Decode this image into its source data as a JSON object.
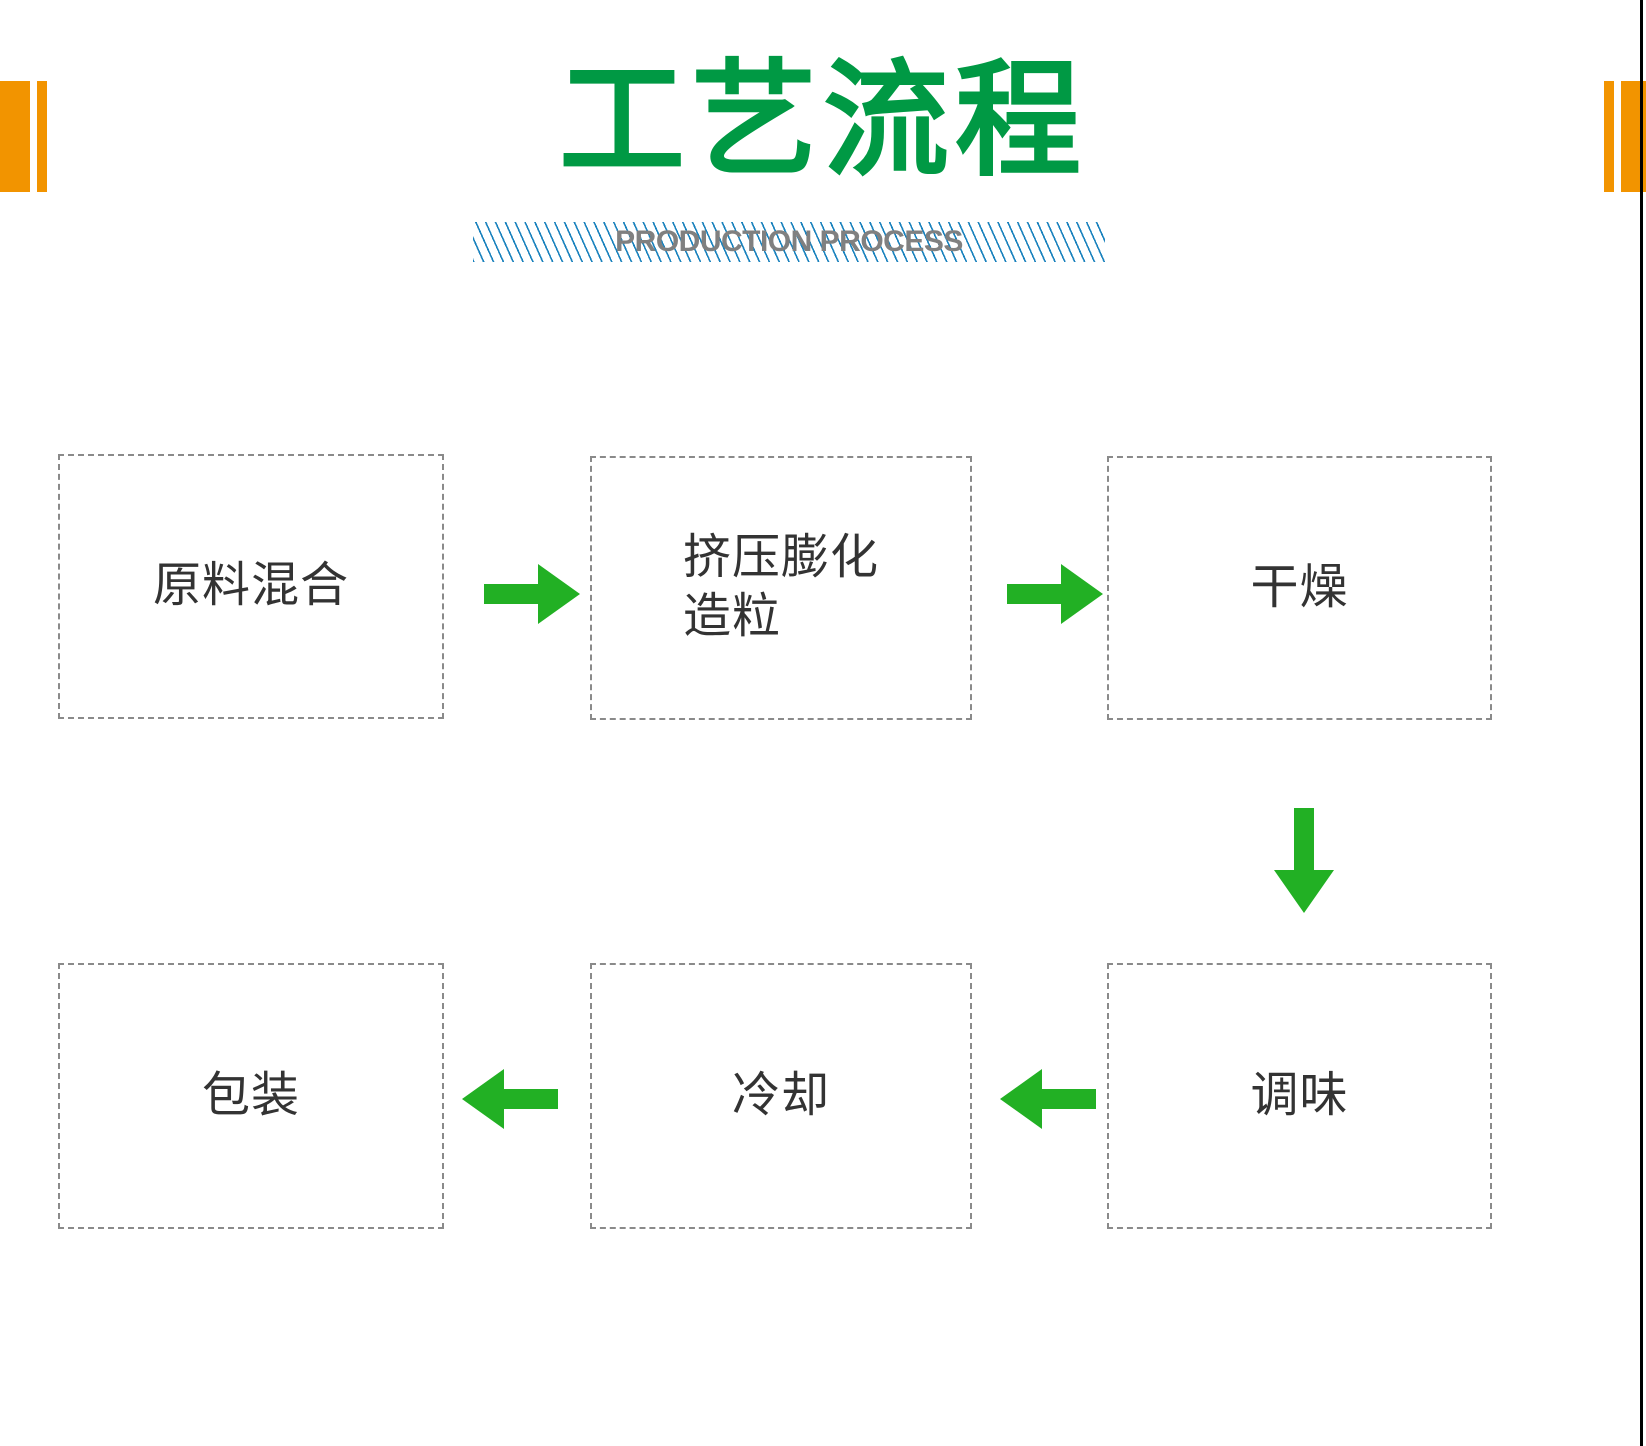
{
  "slide": {
    "title": "工艺流程",
    "subtitle": "PRODUCTION PROCESS",
    "title_color": "#009944",
    "subtitle_color": "#808080",
    "hatch_color": "#1a82bd",
    "accent_orange": "#f29400",
    "arrow_color": "#22b024",
    "box_border_color": "#8a8a8a",
    "box_text_color": "#333333",
    "background": "#ffffff"
  },
  "flow": {
    "boxes": [
      {
        "id": "mix",
        "label": "原料混合",
        "row": 1,
        "col": 1
      },
      {
        "id": "extrude",
        "label": "挤压膨化\n造粒",
        "row": 1,
        "col": 2
      },
      {
        "id": "dry",
        "label": "干燥",
        "row": 1,
        "col": 3
      },
      {
        "id": "flavor",
        "label": "调味",
        "row": 2,
        "col": 3
      },
      {
        "id": "cool",
        "label": "冷却",
        "row": 2,
        "col": 2
      },
      {
        "id": "package",
        "label": "包装",
        "row": 2,
        "col": 1
      }
    ],
    "arrows": [
      {
        "id": "arrow-1",
        "direction": "right",
        "from": "mix",
        "to": "extrude"
      },
      {
        "id": "arrow-2",
        "direction": "right",
        "from": "extrude",
        "to": "dry"
      },
      {
        "id": "arrow-down",
        "direction": "down",
        "from": "dry",
        "to": "flavor"
      },
      {
        "id": "arrow-3",
        "direction": "left",
        "from": "flavor",
        "to": "cool"
      },
      {
        "id": "arrow-4",
        "direction": "left",
        "from": "cool",
        "to": "package"
      }
    ]
  },
  "decorations": {
    "left_thick_bar": "orange-bar",
    "left_thin_bar": "orange-bar",
    "right_thin_bar": "orange-bar",
    "right_thick_bar": "orange-bar",
    "right_edge_rule": "black-vertical-rule"
  }
}
